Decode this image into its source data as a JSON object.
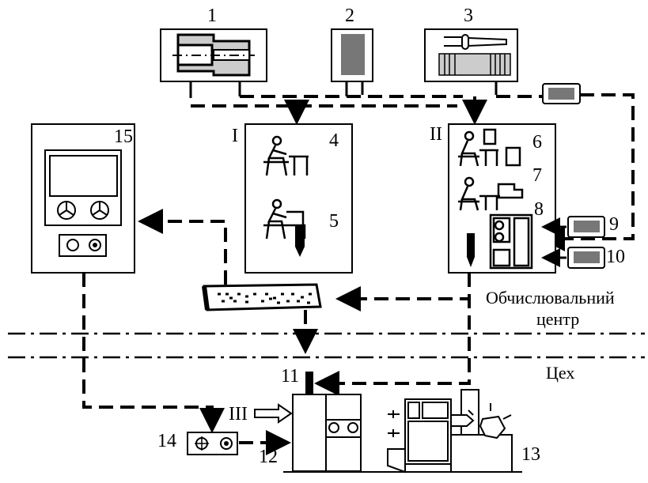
{
  "labels": {
    "n1": "1",
    "n2": "2",
    "n3": "3",
    "n4": "4",
    "n5": "5",
    "n6": "6",
    "n7": "7",
    "n8": "8",
    "n9": "9",
    "n10": "10",
    "n11": "11",
    "n12": "12",
    "n13": "13",
    "n14": "14",
    "n15": "15",
    "roman1": "I",
    "roman2": "II",
    "roman3": "III"
  },
  "zones": {
    "computing_center": "Обчислювальний центр",
    "workshop": "Цех"
  },
  "colors": {
    "fill_gray": "#c8c8c8",
    "dark_gray": "#777777"
  }
}
